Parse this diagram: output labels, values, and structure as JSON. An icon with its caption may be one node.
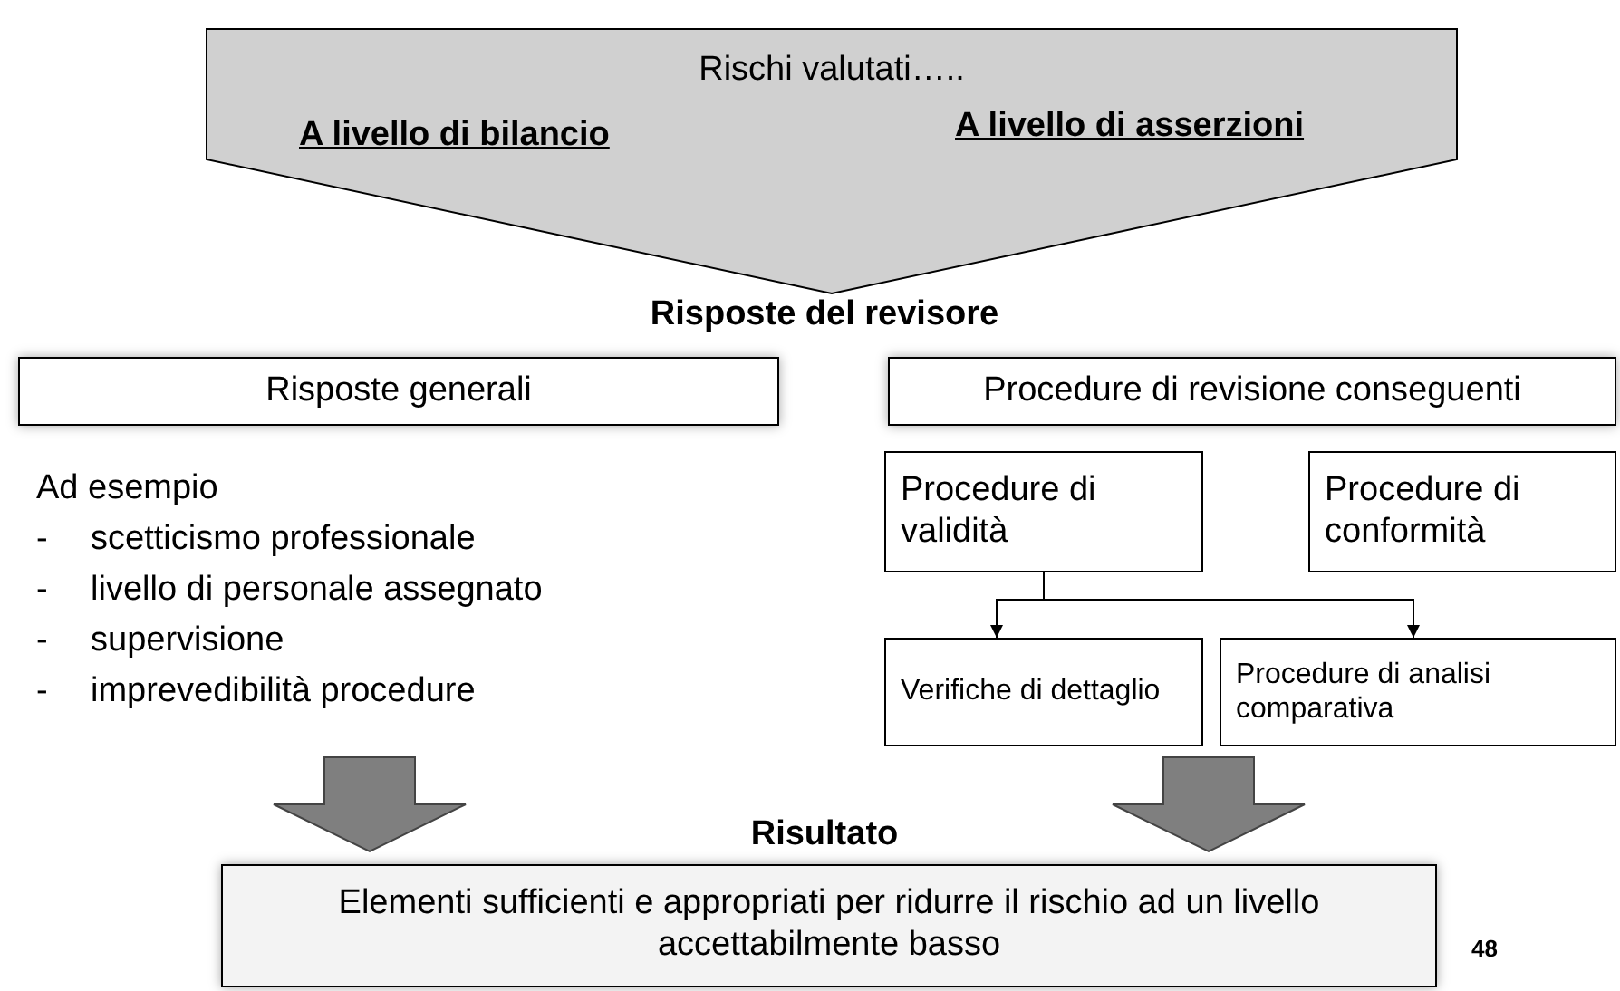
{
  "diagram": {
    "nodes": [
      {
        "text": [
          "Rischi valutati…..",
          "A livello di bilancio",
          "A livello di asserzioni"
        ]
      },
      {
        "text": [
          "Risposte generali"
        ]
      },
      {
        "text": [
          "Procedure di revisione conseguenti"
        ]
      },
      {
        "text": [
          "Procedure di validità"
        ]
      },
      {
        "text": [
          "Procedure di conformità"
        ]
      },
      {
        "text": [
          "Verifiche di dettaglio"
        ]
      },
      {
        "text": [
          "Procedure di analisi comparativa"
        ]
      },
      {
        "text": [
          "Elementi sufficienti e appropriati per ridurre il rischio ad un livello accettabilmente basso"
        ]
      }
    ],
    "edges": [
      {
        "from": 3,
        "to": 5,
        "arrow": "to"
      },
      {
        "from": 3,
        "to": 6,
        "arrow": "to"
      },
      {
        "from": null,
        "to": 7,
        "arrow": "to",
        "style": "thick",
        "color": "#7f7f7f"
      },
      {
        "from": null,
        "to": 7,
        "arrow": "to",
        "style": "thick",
        "color": "#7f7f7f"
      }
    ],
    "labels": [
      "Risposte del revisore",
      "Ad esempio",
      "-",
      "scetticismo professionale",
      "-",
      "livello di personale assegnato",
      "-",
      "supervisione",
      "-",
      "imprevedibilità procedure",
      "Risultato",
      "48"
    ]
  }
}
